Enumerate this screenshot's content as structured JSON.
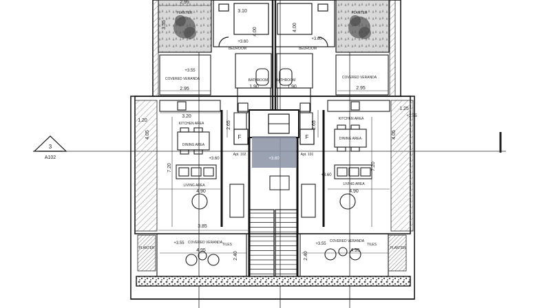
{
  "plan": {
    "section_marker": {
      "number": "3",
      "sheet": "A102"
    },
    "rooms": {
      "planter": "PLANTER",
      "bedroom": "BEDROOM",
      "bathroom": "BATHROOM",
      "covered_veranda": "COVERED VERANDA",
      "kitchen": "KITCHEN AREA",
      "dining": "DINING AREA",
      "living": "LIVING AREA",
      "tiles": "TILES",
      "fridge": "F",
      "apt_left": "Apt. 102",
      "apt_right": "Apt. 101"
    },
    "dims": {
      "d295": "2.95",
      "d310": "3.10",
      "d400": "4.00",
      "d335": "3.35",
      "d190": "1.90",
      "d320": "3.20",
      "d120": "1.20",
      "d265": "2.65",
      "d405": "4.05",
      "d720": "7.20",
      "d490": "4.90",
      "d385": "3.85",
      "d495": "4.95",
      "d240": "2.40",
      "d125": "1.25"
    },
    "levels": {
      "l360": "+3.60",
      "l355": "+3.55"
    },
    "colors": {
      "line": "#1a1a1a",
      "hatch": "#999999",
      "paving": "#555555",
      "highlight": "#8a93a6"
    }
  }
}
